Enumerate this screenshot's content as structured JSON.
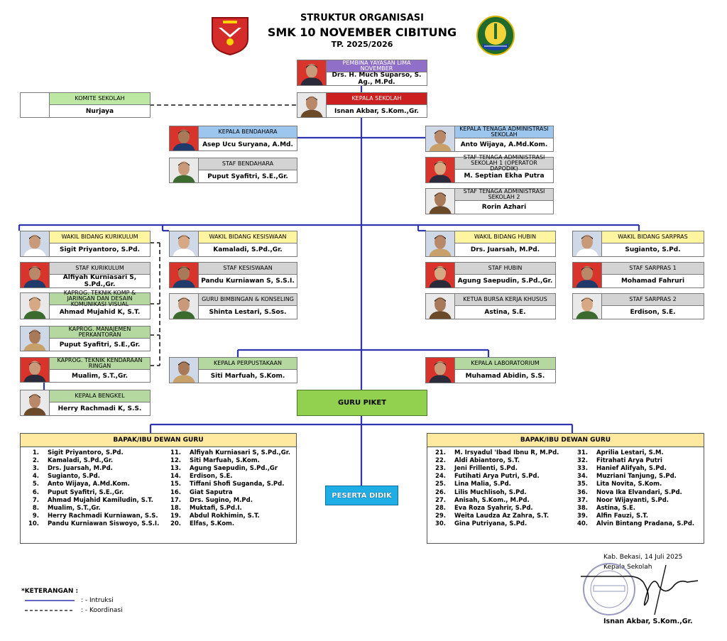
{
  "header": {
    "line1": "STRUKTUR ORGANISASI",
    "line2": "SMK 10 NOVEMBER CIBITUNG",
    "line3": "TP. 2025/2026"
  },
  "colors": {
    "purple": "#8f6fc7",
    "red": "#cc1f1f",
    "light_green": "#bde8a4",
    "light_blue": "#9dc6ee",
    "grey": "#d3d3d3",
    "yellow": "#fff4a0",
    "green_pale": "#b5d8a0",
    "guru_piket": "#92d050",
    "peserta": "#1eaee5",
    "table_head": "#ffe8a0",
    "line_blue": "#2f35b0"
  },
  "boxes": {
    "pembina": {
      "role": "PEMBINA YAYASAN LIMA NOVEMBER",
      "name": "Drs. H. Much Suparso, S. Ag., M.Pd."
    },
    "kepsek": {
      "role": "KEPALA SEKOLAH",
      "name": "Isnan Akbar, S.Kom.,Gr."
    },
    "komite": {
      "role": "KOMITE SEKOLAH",
      "name": "Nurjaya"
    },
    "bendahara": {
      "role": "KEPALA BENDAHARA",
      "name": "Asep Ucu Suryana, A.Md."
    },
    "staf_bendahara": {
      "role": "STAF BENDAHARA",
      "name": "Puput Syafitri, S.E.,Gr."
    },
    "ka_tu": {
      "role": "KEPALA TENAGA ADMINISTRASI SEKOLAH",
      "name": "Anto Wijaya, A.Md.Kom."
    },
    "staf_tu1": {
      "role": "STAF TENAGA ADMINISTRASI SEKOLAH 1 (OPERATOR DAPODIK)",
      "name": "M. Septian Ekha Putra"
    },
    "staf_tu2": {
      "role": "STAF TENAGA ADMINISTRASI SEKOLAH 2",
      "name": "Rorin Azhari"
    },
    "waka_kur": {
      "role": "WAKIL BIDANG KURIKULUM",
      "name": "Sigit Priyantoro, S.Pd."
    },
    "staf_kur": {
      "role": "STAF KURIKULUM",
      "name": "Alfiyah Kurniasari S, S.Pd.,Gr."
    },
    "kaprog_tkj": {
      "role": "KAPROG. TEKNIK KOMP & JARINGAN DAN DESAIN KOMUNIKASI VISUAL",
      "name": "Ahmad Mujahid K, S.T."
    },
    "kaprog_mp": {
      "role": "KAPROG. MANAJEMEN PERKANTORAN",
      "name": "Puput Syafitri, S.E.,Gr."
    },
    "kaprog_tkr": {
      "role": "KAPROG. TEKNIK KENDARAAN RINGAN",
      "name": "Mualim, S.T.,Gr."
    },
    "bengkel": {
      "role": "KEPALA BENGKEL",
      "name": "Herry Rachmadi K, S.S."
    },
    "waka_kes": {
      "role": "WAKIL BIDANG KESISWAAN",
      "name": "Kamaladi, S.Pd.,Gr."
    },
    "staf_kes": {
      "role": "STAF KESISWAAN",
      "name": "Pandu Kurniawan S, S.S.I."
    },
    "bk": {
      "role": "GURU BIMBINGAN & KONSELING",
      "name": "Shinta Lestari, S.Sos."
    },
    "waka_hubin": {
      "role": "WAKIL BIDANG HUBIN",
      "name": "Drs. Juarsah, M.Pd."
    },
    "staf_hubin": {
      "role": "STAF HUBIN",
      "name": "Agung Saepudin, S.Pd.,Gr."
    },
    "bkk": {
      "role": "KETUA BURSA KERJA KHUSUS",
      "name": "Astina, S.E."
    },
    "waka_sarpras": {
      "role": "WAKIL BIDANG SARPRAS",
      "name": "Sugianto, S.Pd."
    },
    "sarpras1": {
      "role": "STAF SARPRAS 1",
      "name": "Mohamad Fahruri"
    },
    "sarpras2": {
      "role": "STAF SARPRAS 2",
      "name": "Erdison, S.E."
    },
    "perpus": {
      "role": "KEPALA PERPUSTAKAAN",
      "name": "Siti Marfuah, S.Kom."
    },
    "lab": {
      "role": "KEPALA LABORATORIUM",
      "name": "Muhamad Abidin, S.S."
    }
  },
  "guru_piket": "GURU PIKET",
  "peserta_didik": "PESERTA DIDIK",
  "dewan_title": "BAPAK/IBU DEWAN GURU",
  "teachers": [
    {
      "no": "1.",
      "name": "Sigit Priyantoro, S.Pd."
    },
    {
      "no": "2.",
      "name": "Kamaladi, S.Pd.,Gr."
    },
    {
      "no": "3.",
      "name": "Drs. Juarsah, M.Pd."
    },
    {
      "no": "4.",
      "name": "Sugianto, S.Pd."
    },
    {
      "no": "5.",
      "name": "Anto Wijaya, A.Md.Kom."
    },
    {
      "no": "6.",
      "name": "Puput Syafitri, S.E.,Gr."
    },
    {
      "no": "7.",
      "name": "Ahmad Mujahid Kamiludin, S.T."
    },
    {
      "no": "8.",
      "name": "Mualim, S.T.,Gr."
    },
    {
      "no": "9.",
      "name": "Herry Rachmadi Kurniawan, S.S."
    },
    {
      "no": "10.",
      "name": "Pandu Kurniawan Siswoyo, S.S.I."
    },
    {
      "no": "11.",
      "name": "Alfiyah Kurniasari S, S.Pd.,Gr."
    },
    {
      "no": "12.",
      "name": "Siti Marfuah, S.Kom."
    },
    {
      "no": "13.",
      "name": "Agung Saepudin, S.Pd.,Gr"
    },
    {
      "no": "14.",
      "name": "Erdison, S.E."
    },
    {
      "no": "15.",
      "name": "Tiffani Shofi Suganda, S.Pd."
    },
    {
      "no": "16.",
      "name": "Giat Saputra"
    },
    {
      "no": "17.",
      "name": "Drs. Sugino, M.Pd."
    },
    {
      "no": "18.",
      "name": "Muktafi, S.Pd.I."
    },
    {
      "no": "19.",
      "name": "Abdul Rokhimin, S.T."
    },
    {
      "no": "20.",
      "name": "Elfas, S.Kom."
    },
    {
      "no": "21.",
      "name": "M. Irsyadul 'Ibad Ibnu R, M.Pd."
    },
    {
      "no": "22.",
      "name": "Aldi Abiantoro, S.T."
    },
    {
      "no": "23.",
      "name": "Jeni Frillenti, S.Pd."
    },
    {
      "no": "24.",
      "name": "Futihati Arya Putri, S.Pd."
    },
    {
      "no": "25.",
      "name": "Lina Malia, S.Pd."
    },
    {
      "no": "26.",
      "name": "Lilis Muchlisoh, S.Pd."
    },
    {
      "no": "27.",
      "name": "Anisah, S.Kom., M.Pd."
    },
    {
      "no": "28.",
      "name": "Eva Roza Syahrir, S.Pd."
    },
    {
      "no": "29.",
      "name": "Weita Laudza Az Zahra, S.T."
    },
    {
      "no": "30.",
      "name": "Gina Putriyana, S.Pd."
    },
    {
      "no": "31.",
      "name": "Aprilia Lestari, S.M."
    },
    {
      "no": "32.",
      "name": "Fitrahati Arya Putri"
    },
    {
      "no": "33.",
      "name": "Hanief Alifyah, S.Pd."
    },
    {
      "no": "34.",
      "name": "Muzriani Tanjung, S.Pd."
    },
    {
      "no": "35.",
      "name": "Lita Novita, S.Kom."
    },
    {
      "no": "36.",
      "name": "Nova Ika Elvandari, S.Pd."
    },
    {
      "no": "37.",
      "name": "Noor Wijayanti, S.Pd."
    },
    {
      "no": "38.",
      "name": "Astina, S.E."
    },
    {
      "no": "39.",
      "name": "Alfin Fauzi, S.T."
    },
    {
      "no": "40.",
      "name": "Alvin Bintang Pradana, S.Pd."
    }
  ],
  "signature": {
    "place_date": "Kab. Bekasi, 14 Juli 2025",
    "position": "Kepala Sekolah",
    "name": "Isnan Akbar, S.Kom.,Gr."
  },
  "legend": {
    "title": "*KETERANGAN :",
    "solid": ": - Intruksi",
    "dashed": ": - Koordinasi"
  }
}
